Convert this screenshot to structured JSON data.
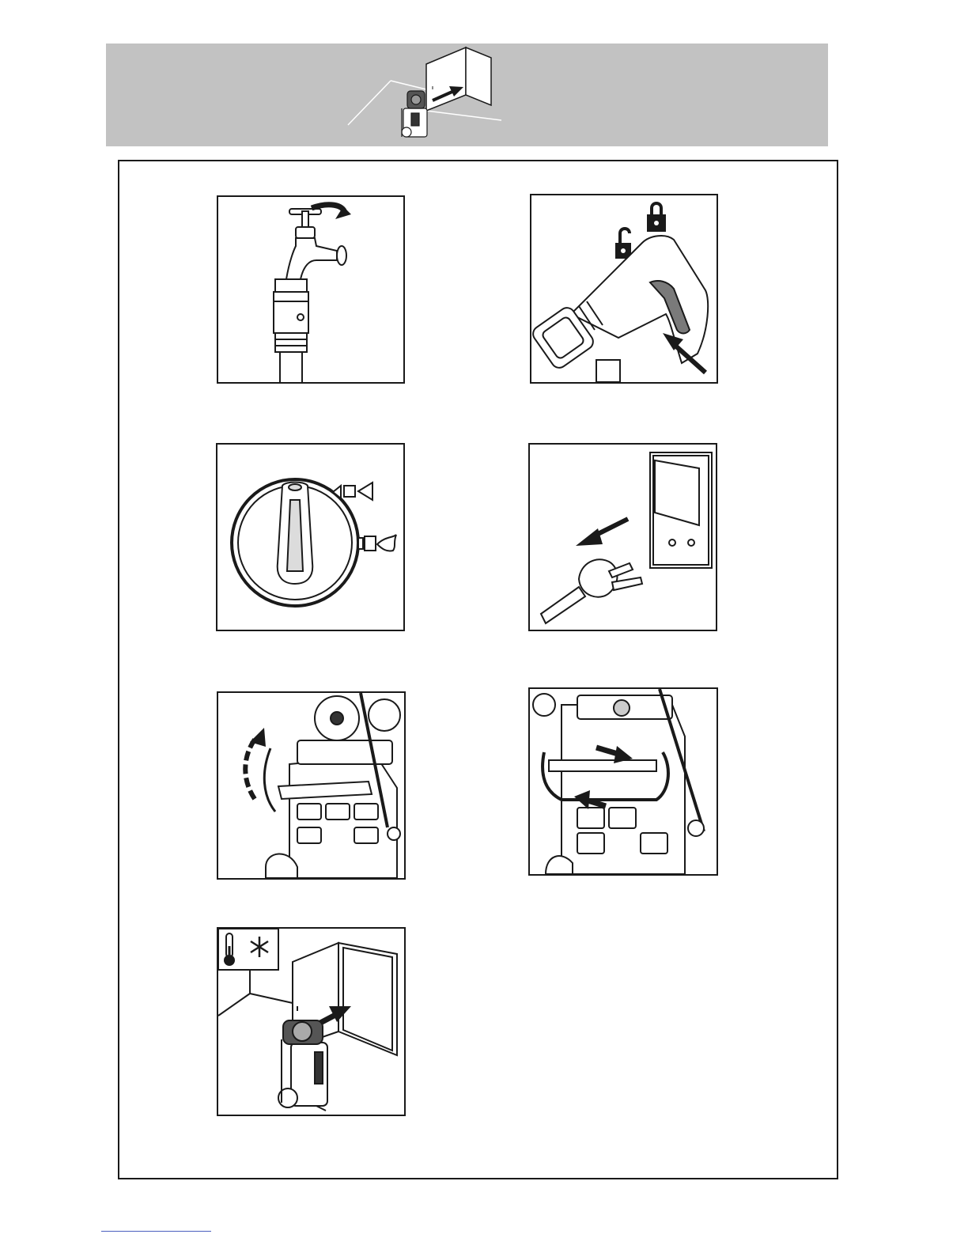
{
  "header": {
    "icons": [
      "pressure-washer-icon",
      "arrow-icon",
      "indoor-room-icon"
    ]
  },
  "panels": [
    {
      "id": "tap",
      "icons": [
        "water-tap-icon",
        "rotate-arrow-icon",
        "hose-connector-icon"
      ]
    },
    {
      "id": "spray-gun",
      "icons": [
        "unlock-icon",
        "lock-icon",
        "spray-gun-icon",
        "trigger-arrow-icon"
      ]
    },
    {
      "id": "selector-knob",
      "icons": [
        "selector-knob-icon",
        "cold-water-nozzle-icon",
        "hot-flame-nozzle-icon"
      ]
    },
    {
      "id": "unplug",
      "icons": [
        "wall-socket-icon",
        "plug-icon",
        "pull-arrow-icon"
      ]
    },
    {
      "id": "hose-reel",
      "icons": [
        "hose-reel-icon",
        "curved-wind-arrow-icon"
      ]
    },
    {
      "id": "hose-holder",
      "icons": [
        "hose-holder-icon",
        "left-right-arrows-icon"
      ]
    },
    {
      "id": "frost-storage",
      "icons": [
        "thermometer-icon",
        "snowflake-icon",
        "pressure-washer-icon",
        "indoor-room-icon"
      ]
    }
  ]
}
